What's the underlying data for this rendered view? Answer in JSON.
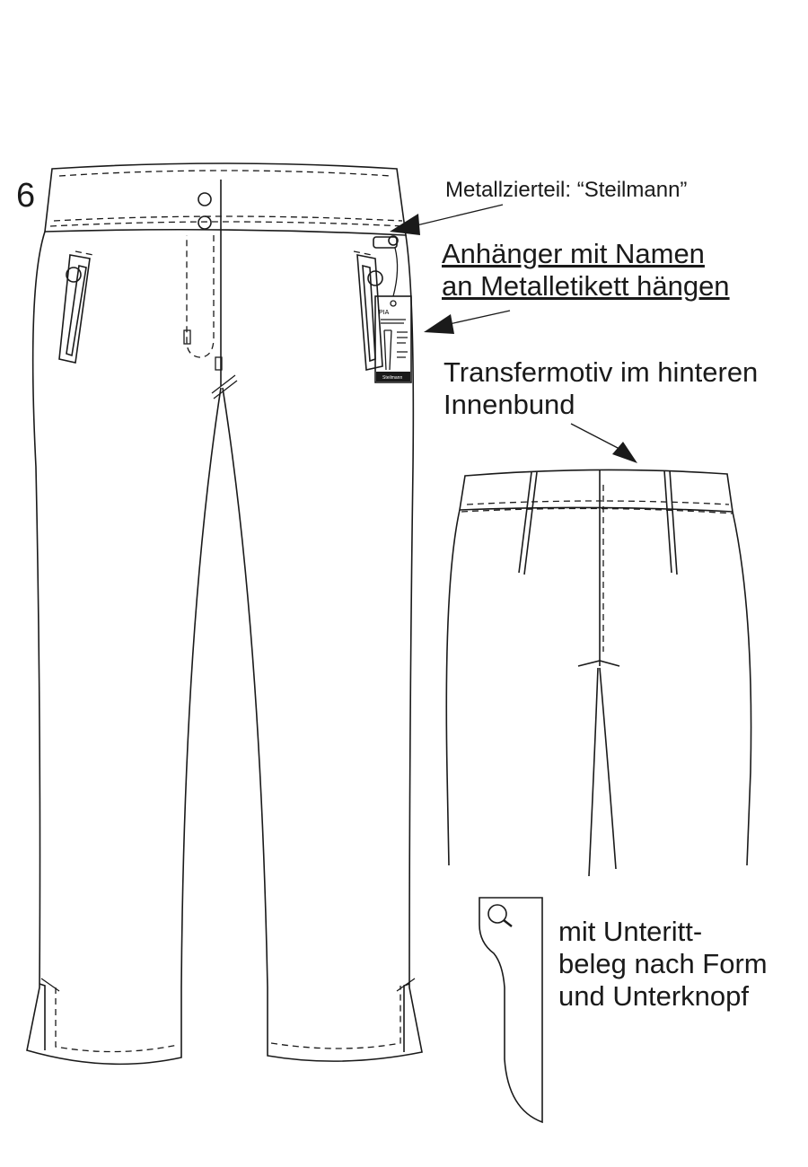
{
  "figure_number": "6",
  "annotations": {
    "metal_part": "Metallzierteil: “Steilmann”",
    "hang_tag_line1": "Anhänger mit Namen",
    "hang_tag_line2": "an Metalletikett hängen",
    "transfer_line1": "Transfermotiv im hinteren",
    "transfer_line2": "Innenbund",
    "underlap_line1": "mit Unteritt-",
    "underlap_line2": "beleg nach Form",
    "underlap_line3": "und Unterknopf"
  },
  "hang_tag": {
    "name": "PIA",
    "brand": "Steilmann"
  },
  "icons": [
    "magnifier-icon",
    "button-icon",
    "arrow-icon"
  ]
}
